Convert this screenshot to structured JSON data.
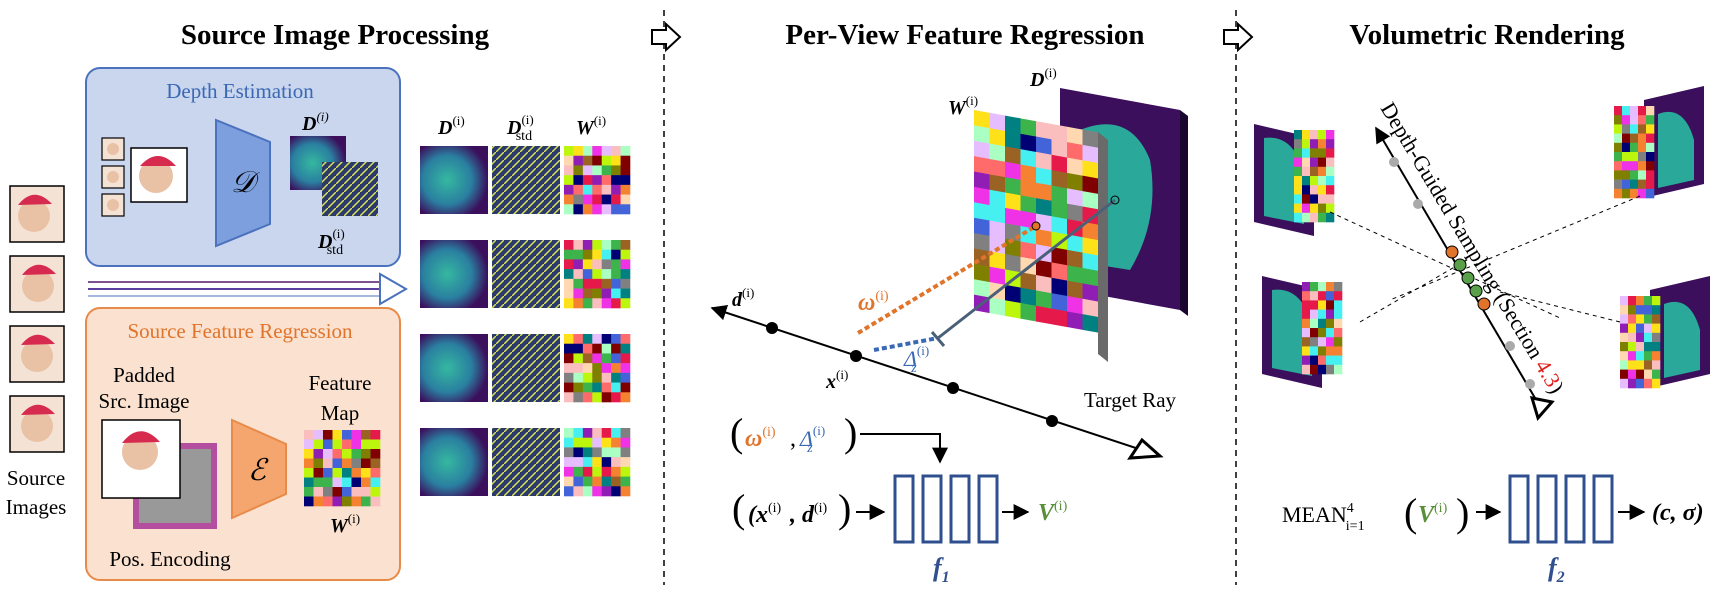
{
  "sections": {
    "source_title": "Source Image Processing",
    "regression_title": "Per-View Feature Regression",
    "rendering_title": "Volumetric Rendering"
  },
  "left": {
    "source_images_line1": "Source",
    "source_images_line2": "Images",
    "depth_box_title": "Depth Estimation",
    "depth_net": "𝒟",
    "depth_map_label": "D",
    "depth_std_label": "D",
    "std_sub": "std",
    "sup_i": "(i)",
    "feature_box_title": "Source Feature Regression",
    "padded_line1": "Padded",
    "padded_line2": "Src. Image",
    "encoder_net": "ℰ",
    "feature_line1": "Feature",
    "feature_line2": "Map",
    "feature_map_label": "W",
    "pos_encoding": "Pos. Encoding",
    "col_labels": [
      "D",
      "D",
      "W"
    ]
  },
  "middle": {
    "w_label": "W",
    "d_label": "D",
    "ray_dir": "d",
    "point_x": "x",
    "omega": "ω",
    "delta": "Δ",
    "delta_sub": "z",
    "target_ray": "Target Ray",
    "mlp_in1": "(x",
    "mlp_in2": ", d",
    "mlp_out": "V",
    "f1": "f",
    "f1_sub": "1"
  },
  "right": {
    "sampling": "Depth-Guided Sampling (Section ",
    "section_ref": "4.3",
    "sampling_close": ")",
    "mean": "MEAN",
    "mean_sup": "4",
    "mean_sub": "i=1",
    "mlp_out": "(c, σ)",
    "f2": "f",
    "f2_sub": "2"
  },
  "colors": {
    "blue_box": "#c9d6ee",
    "blue_border": "#4a72bd",
    "orange_box": "#fbe1cf",
    "orange_border": "#e88a4a",
    "mlp": "#2f4f8f",
    "depth_dark": "#3b0f5c",
    "depth_teal": "#2a9d8f",
    "sample_orange": "#e0742b",
    "sample_green": "#5aa04a"
  }
}
